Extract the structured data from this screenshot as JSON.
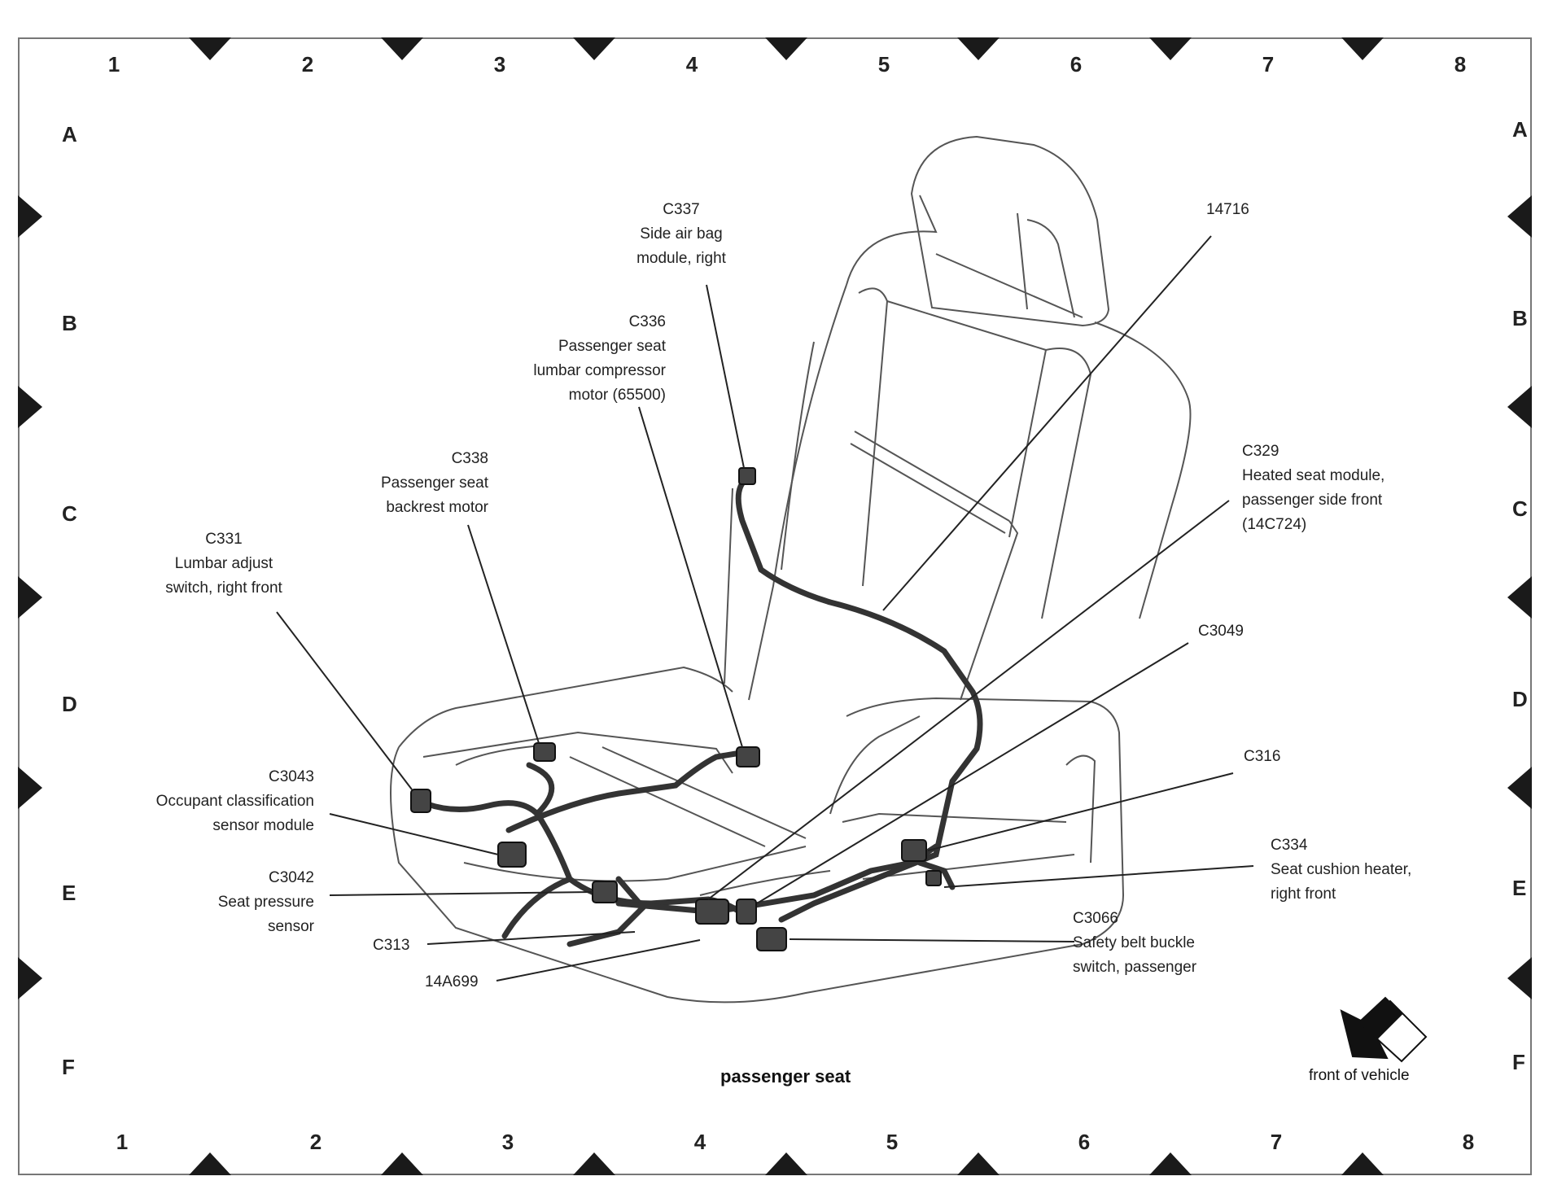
{
  "grid": {
    "columns": [
      "1",
      "2",
      "3",
      "4",
      "5",
      "6",
      "7",
      "8"
    ],
    "rows": [
      "A",
      "B",
      "C",
      "D",
      "E",
      "F"
    ]
  },
  "callouts": {
    "c337": [
      "C337",
      "Side air bag",
      "module, right"
    ],
    "c336": [
      "C336",
      "Passenger seat",
      "lumbar compressor",
      "motor (65500)"
    ],
    "c338": [
      "C338",
      "Passenger seat",
      "backrest motor"
    ],
    "c331": [
      "C331",
      "Lumbar adjust",
      "switch, right front"
    ],
    "c3043": [
      "C3043",
      "Occupant classification",
      "sensor module"
    ],
    "c3042": [
      "C3042",
      "Seat pressure",
      "sensor"
    ],
    "c313": [
      "C313"
    ],
    "w14a699": [
      "14A699"
    ],
    "w14716": [
      "14716"
    ],
    "c329": [
      "C329",
      "Heated seat module,",
      "passenger side front",
      "(14C724)"
    ],
    "c3049": [
      "C3049"
    ],
    "c316": [
      "C316"
    ],
    "c334": [
      "C334",
      "Seat cushion heater,",
      "right front"
    ],
    "c3066": [
      "C3066",
      "Safety belt buckle",
      "switch, passenger"
    ]
  },
  "caption": "passenger seat",
  "front_label": "front of vehicle",
  "icons": {
    "front_arrow": "front-arrow-icon",
    "edge_markers": "triangle-marker-icon"
  },
  "colors": {
    "line": "#222222",
    "sketch": "#555555",
    "marker": "#1a1a1a"
  }
}
